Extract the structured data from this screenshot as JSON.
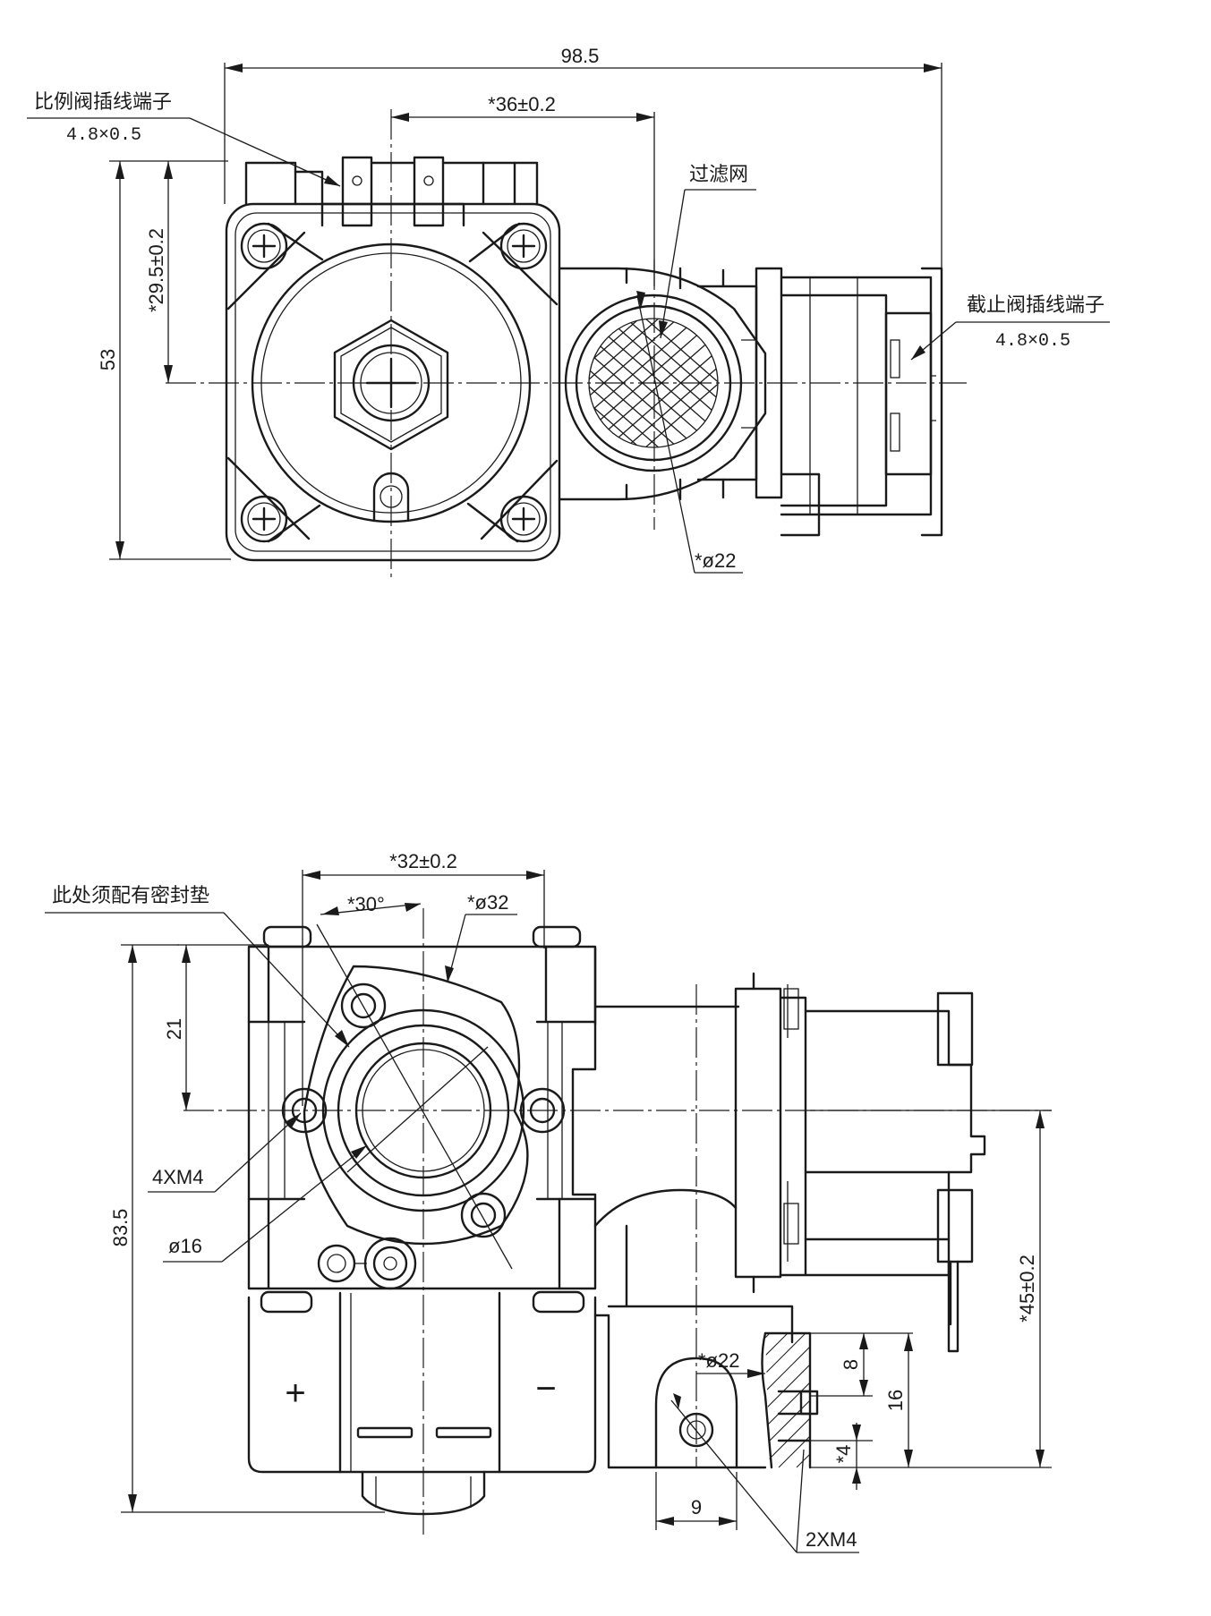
{
  "top_view": {
    "dim_overall_width": "98.5",
    "dim_center_spacing": "*36±0.2",
    "label_proportional_terminal": "比例阀插线端子",
    "label_proportional_terminal_size": "4.8×0.5",
    "label_filter": "过滤网",
    "label_shutoff_terminal": "截止阀插线端子",
    "label_shutoff_terminal_size": "4.8×0.5",
    "dim_height": "53",
    "dim_offset": "*29.5±0.2",
    "dim_filter_dia": "*ø22"
  },
  "front_view": {
    "dim_flange_spacing": "*32±0.2",
    "dim_angle": "*30°",
    "dim_flange_dia": "*ø32",
    "label_seal": "此处须配有密封垫",
    "dim_top_offset": "21",
    "label_4xm4": "4XM4",
    "label_bore": "ø16",
    "dim_height": "83.5",
    "dim_outlet_spacing": "*45±0.2",
    "dim_outlet_dia": "*ø22",
    "dim_depth_8": "8",
    "dim_depth_16": "16",
    "dim_depth_4": "*4",
    "dim_width_9": "9",
    "label_2xm4": "2XM4",
    "symbol_plus": "+",
    "symbol_minus": "−"
  }
}
